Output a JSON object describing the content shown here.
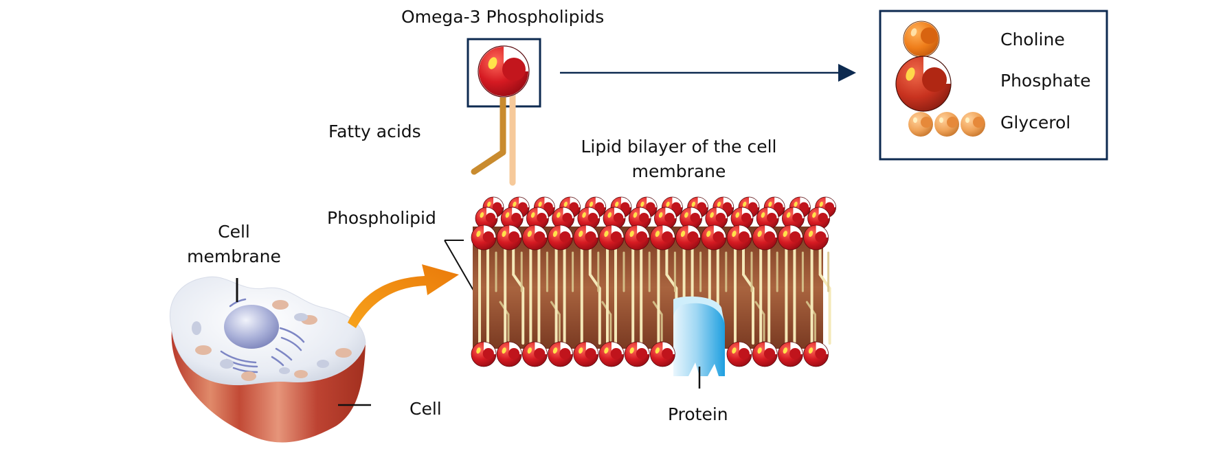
{
  "labels": {
    "omega3": "Omega-3 Phospholipids",
    "fatty_acids": "Fatty acids",
    "lipid_bilayer": "Lipid bilayer of the cell membrane",
    "phospholipid": "Phospholipid",
    "cell_membrane": "Cell membrane",
    "cell": "Cell",
    "protein": "Protein"
  },
  "legend": {
    "items": [
      {
        "label": "Choline",
        "icon": "choline-icon",
        "color": "#ef7d1a"
      },
      {
        "label": "Phosphate",
        "icon": "phosphate-icon",
        "color": "#c8321f"
      },
      {
        "label": "Glycerol",
        "icon": "glycerol-icon",
        "color": "#f0a45a"
      }
    ]
  },
  "colors": {
    "frame": "#0d2a50",
    "head_red": "#d31c22",
    "membrane_brown": "#8f4a30",
    "tail_cream": "#f4e8b8",
    "arrow_orange": "#f29112",
    "protein_blue": "#28a9e6",
    "cell_body": "#c9483a"
  }
}
